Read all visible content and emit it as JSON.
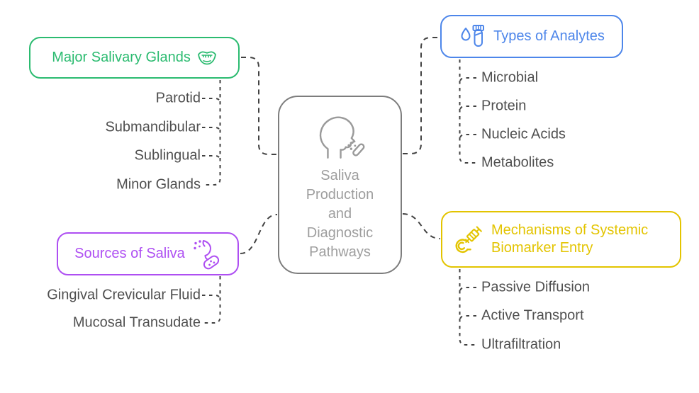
{
  "center": {
    "label": "Saliva\nProduction\nand\nDiagnostic\nPathways",
    "icon": "head-saliva-swab-icon"
  },
  "branches": [
    {
      "id": "major-salivary-glands",
      "label": "Major Salivary Glands",
      "icon": "mouth-icon",
      "items": [
        "Parotid",
        "Submandibular",
        "Sublingual",
        "Minor Glands"
      ]
    },
    {
      "id": "types-of-analytes",
      "label": "Types of Analytes",
      "icon": "droplet-test-tube-icon",
      "items": [
        "Microbial",
        "Protein",
        "Nucleic Acids",
        "Metabolites"
      ]
    },
    {
      "id": "sources-of-saliva",
      "label": "Sources of Saliva",
      "icon": "saliva-microbe-icon",
      "items": [
        "Gingival Crevicular Fluid",
        "Mucosal Transudate"
      ]
    },
    {
      "id": "mechanisms-of-systemic-biomarker-entry",
      "label": "Mechanisms of Systemic Biomarker Entry",
      "icon": "syringe-coil-icon",
      "items": [
        "Passive Diffusion",
        "Active Transport",
        "Ultrafiltration"
      ]
    }
  ],
  "colors": {
    "green": "#2bbb70",
    "blue": "#4d86ea",
    "purple": "#ae4ff2",
    "yellow": "#e3c400",
    "gray-border": "#7d7d7d",
    "gray-icon": "#9a9a9a",
    "center-text": "#9e9e9e",
    "item-text": "#4f4f4f",
    "connector": "#424242"
  }
}
